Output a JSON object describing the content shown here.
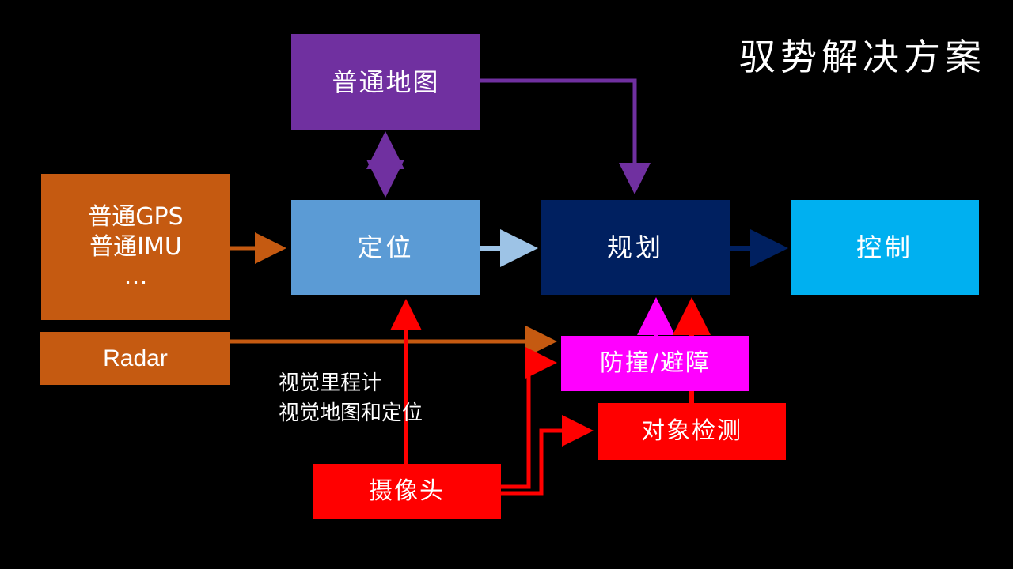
{
  "title": "驭势解决方案",
  "colors": {
    "background": "#000000",
    "map": "#7030a0",
    "sensors": "#c55a11",
    "localization": "#5b9bd5",
    "planning": "#002060",
    "control": "#00b0f0",
    "avoidance": "#ff00ff",
    "camera": "#ff0000",
    "arrow_sensor": "#c55a11",
    "arrow_map": "#7030a0",
    "arrow_localization": "#9dc3e6",
    "arrow_planning": "#002060",
    "arrow_camera": "#ff0000",
    "arrow_avoidance": "#ff00ff"
  },
  "nodes": {
    "map": {
      "label": "普通地图"
    },
    "gps_imu": {
      "lines": [
        "普通GPS",
        "普通IMU",
        "…"
      ]
    },
    "radar": {
      "label": "Radar"
    },
    "localization": {
      "label": "定位"
    },
    "planning": {
      "label": "规划"
    },
    "control": {
      "label": "控制"
    },
    "avoidance": {
      "label": "防撞/避障"
    },
    "object_detection": {
      "label": "对象检测"
    },
    "camera": {
      "label": "摄像头"
    }
  },
  "annotation": {
    "line1": "视觉里程计",
    "line2": "视觉地图和定位"
  }
}
